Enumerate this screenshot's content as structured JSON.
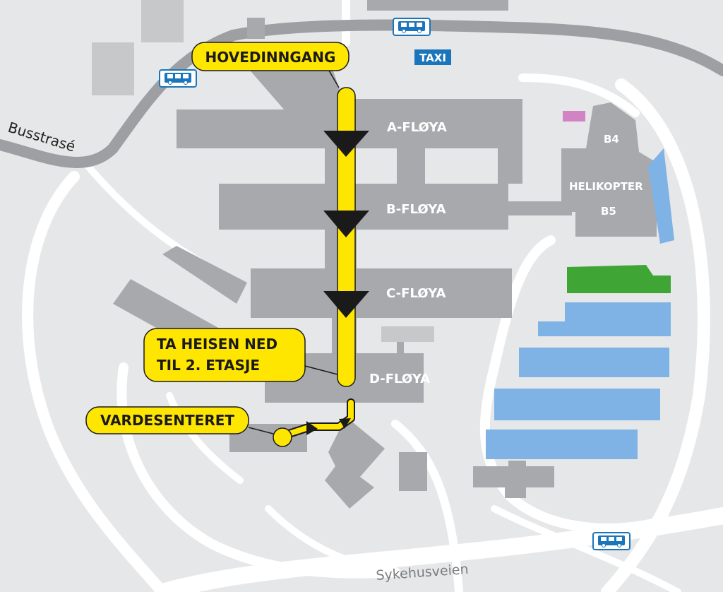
{
  "colors": {
    "background": "#e6e7e8",
    "road": "#ffffff",
    "bus_road": "#9d9fa2",
    "building": "#a7a9ac",
    "route": "#ffe600",
    "parking_blue": "#7fb2e5",
    "parking_green": "#3fa535",
    "pink_marker": "#d183c4",
    "bus_icon": "#1b75bb",
    "taxi": "#1b75bb"
  },
  "labels": {
    "main_entrance": "HOVEDINNGANG",
    "elevator_line1": "TA HEISEN NED",
    "elevator_line2": "TIL 2. ETASJE",
    "destination": "VARDESENTERET",
    "taxi": "TAXI",
    "bus_road": "Busstrasé",
    "hospital_road": "Sykehusveien"
  },
  "wings": {
    "a": "A-FLØYA",
    "b": "B-FLØYA",
    "c": "C-FLØYA",
    "d": "D-FLØYA"
  },
  "buildings": {
    "b4": "B4",
    "helipad": "HELIKOPTER",
    "b5": "B5"
  },
  "icons": {
    "bus": "bus-icon",
    "route_arrow": "triangle-down-icon",
    "destination": "circle-icon"
  }
}
